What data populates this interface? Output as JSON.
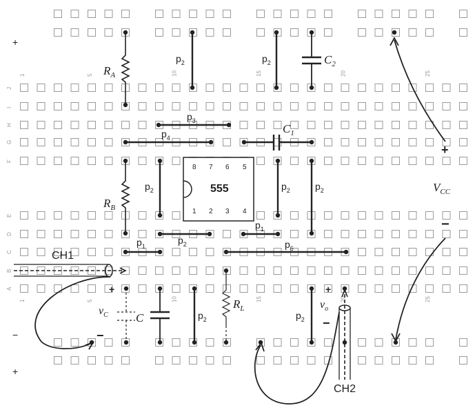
{
  "breadboard": {
    "row_letters_top": [
      "F",
      "G",
      "H",
      "I",
      "J"
    ],
    "row_letters_bottom": [
      "A",
      "B",
      "C",
      "D",
      "E"
    ],
    "column_numbers": [
      "1",
      "5",
      "10",
      "15",
      "20",
      "25"
    ],
    "rail_signs": [
      "+",
      "−",
      "+"
    ]
  },
  "ic": {
    "name": "555",
    "pins_top": [
      "8",
      "7",
      "6",
      "5"
    ],
    "pins_bottom": [
      "1",
      "2",
      "3",
      "4"
    ]
  },
  "components": {
    "ra": "R",
    "ra_sub": "A",
    "rb": "R",
    "rb_sub": "B",
    "rl": "R",
    "rl_sub": "L",
    "c1": "C",
    "c1_sub": "1",
    "c2": "C",
    "c2_sub": "2",
    "c": "C"
  },
  "jumpers": {
    "p1": "p",
    "p1_sub": "1",
    "p2": "p",
    "p2_sub": "2",
    "p3": "p",
    "p3_sub": "3",
    "p4": "p",
    "p4_sub": "4",
    "p6": "p",
    "p6_sub": "6"
  },
  "probes": {
    "ch1": "CH1",
    "ch2": "CH2",
    "vc": "v",
    "vc_sub": "C",
    "vo": "v",
    "vo_sub": "o",
    "vcc": "V",
    "vcc_sub": "CC",
    "plus": "+",
    "minus": "−"
  }
}
